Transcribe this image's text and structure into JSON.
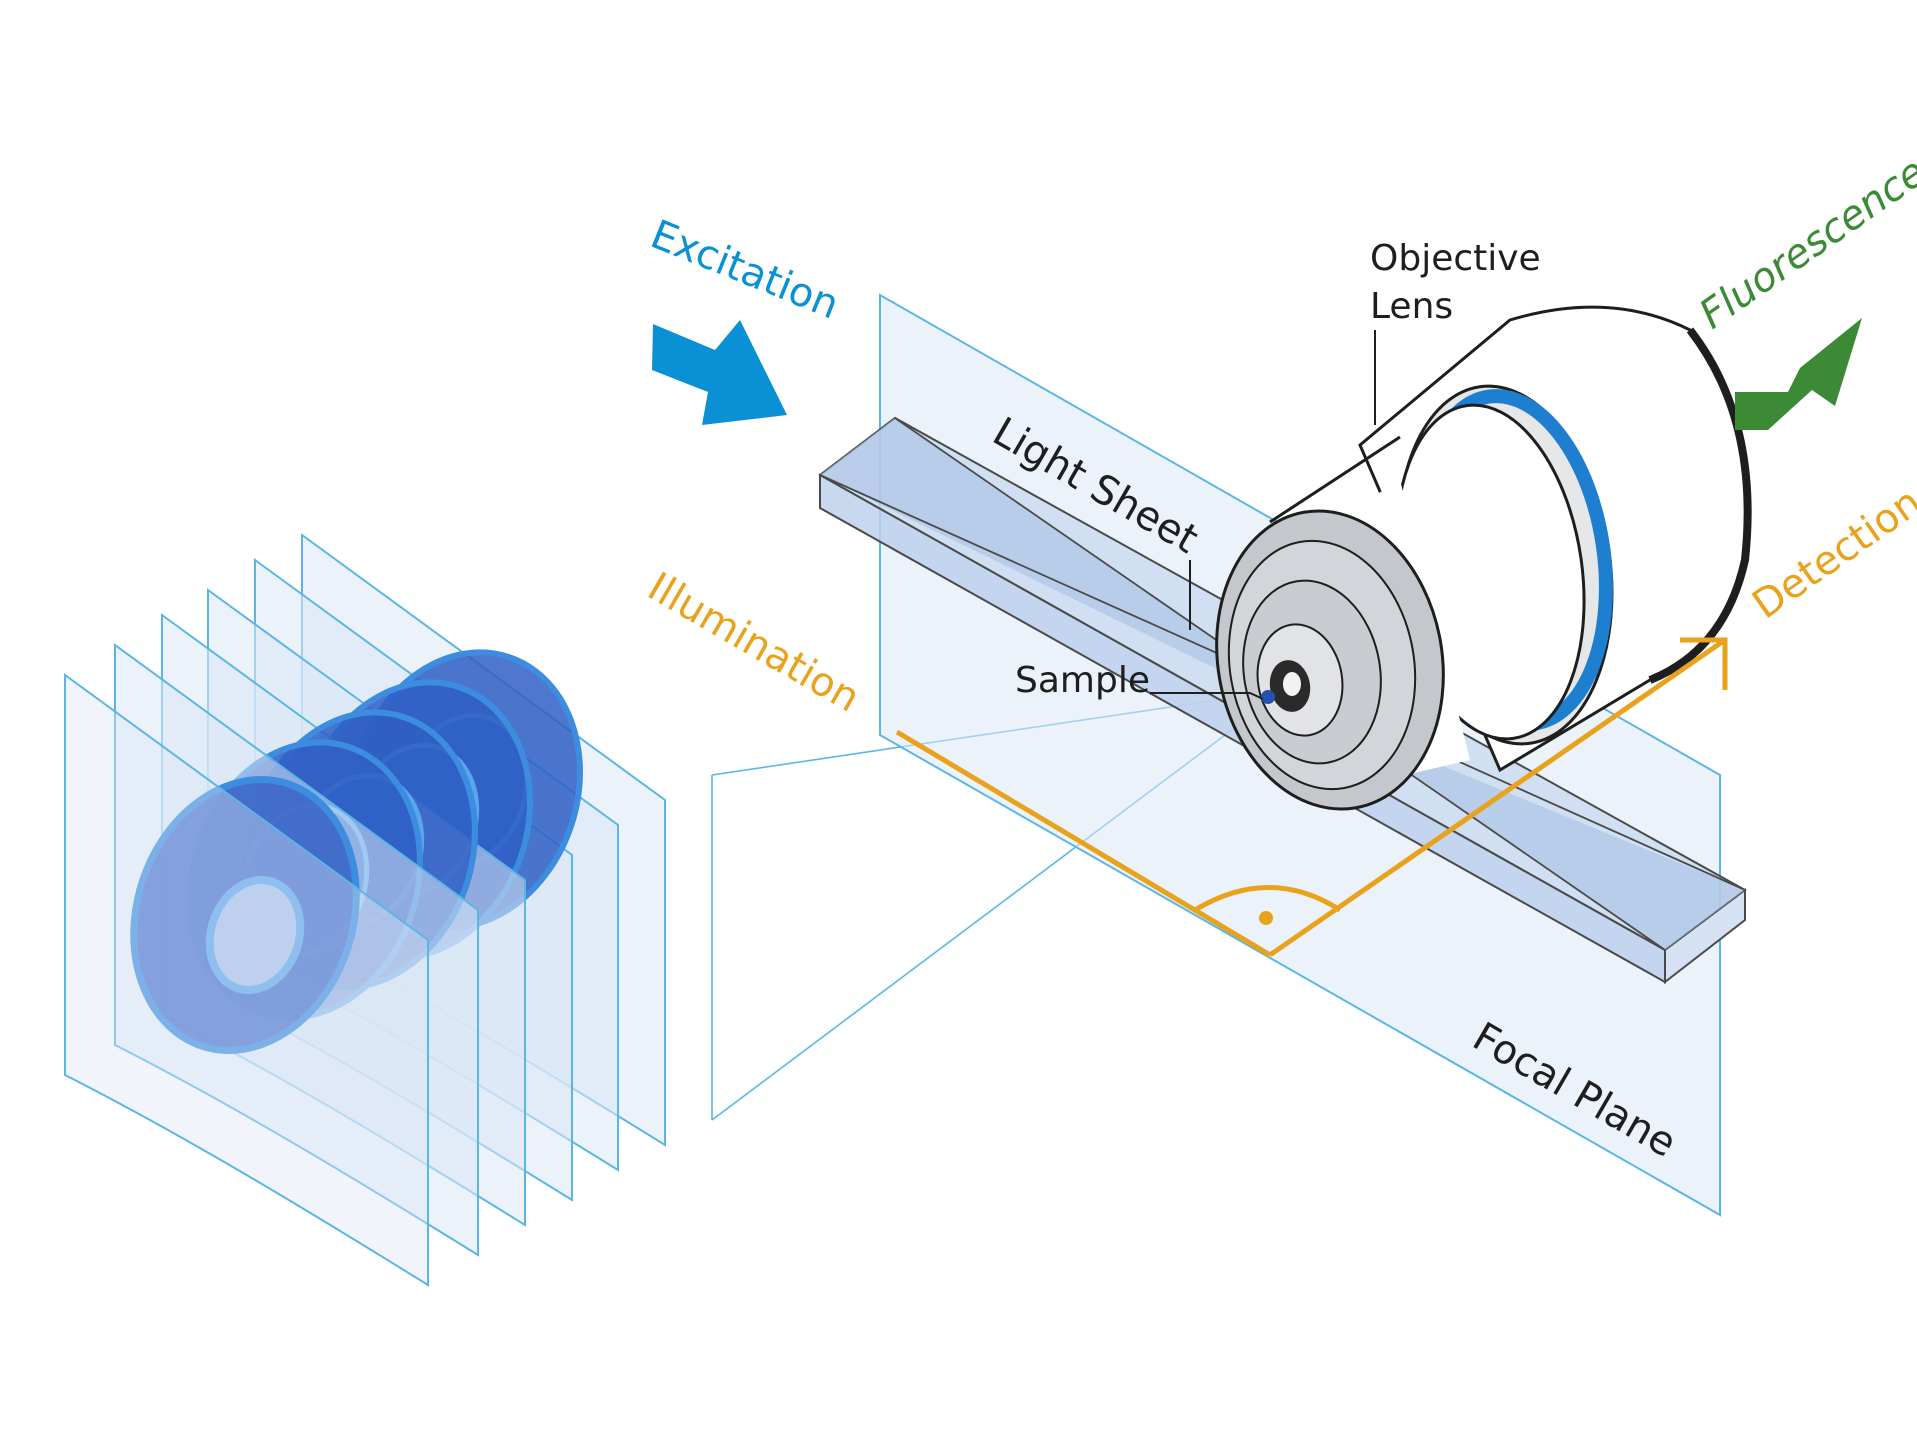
{
  "labels": {
    "excitation": "Excitation",
    "fluorescence": "Fluorescence",
    "objective_lens_line1": "Objective",
    "objective_lens_line2": "Lens",
    "light_sheet": "Light Sheet",
    "illumination": "Illumination",
    "sample": "Sample",
    "detection": "Detection",
    "focal_plane": "Focal Plane"
  },
  "colors": {
    "excitation": "#0a90d4",
    "fluorescence": "#3c8a36",
    "illumination": "#e8a21c",
    "detection": "#e8a21c",
    "plane_fill": "#dbe7f6",
    "plane_stroke": "#5bb6e6",
    "light_sheet_fill": "#b8cdea",
    "sample_dot": "#2550b0",
    "organism": "#2f5fc4",
    "lens_body": "#ffffff",
    "lens_ring": "#1e7fd0",
    "lens_front": "#c4c7cc"
  },
  "icons": {
    "excitation_arrow": "arrow-down-right-icon",
    "fluorescence_arrow": "arrow-up-right-icon",
    "detection_arrow": "arrow-up-right-icon",
    "right_angle_marker": "right-angle-icon"
  },
  "image_stack": {
    "slice_count": 6
  }
}
